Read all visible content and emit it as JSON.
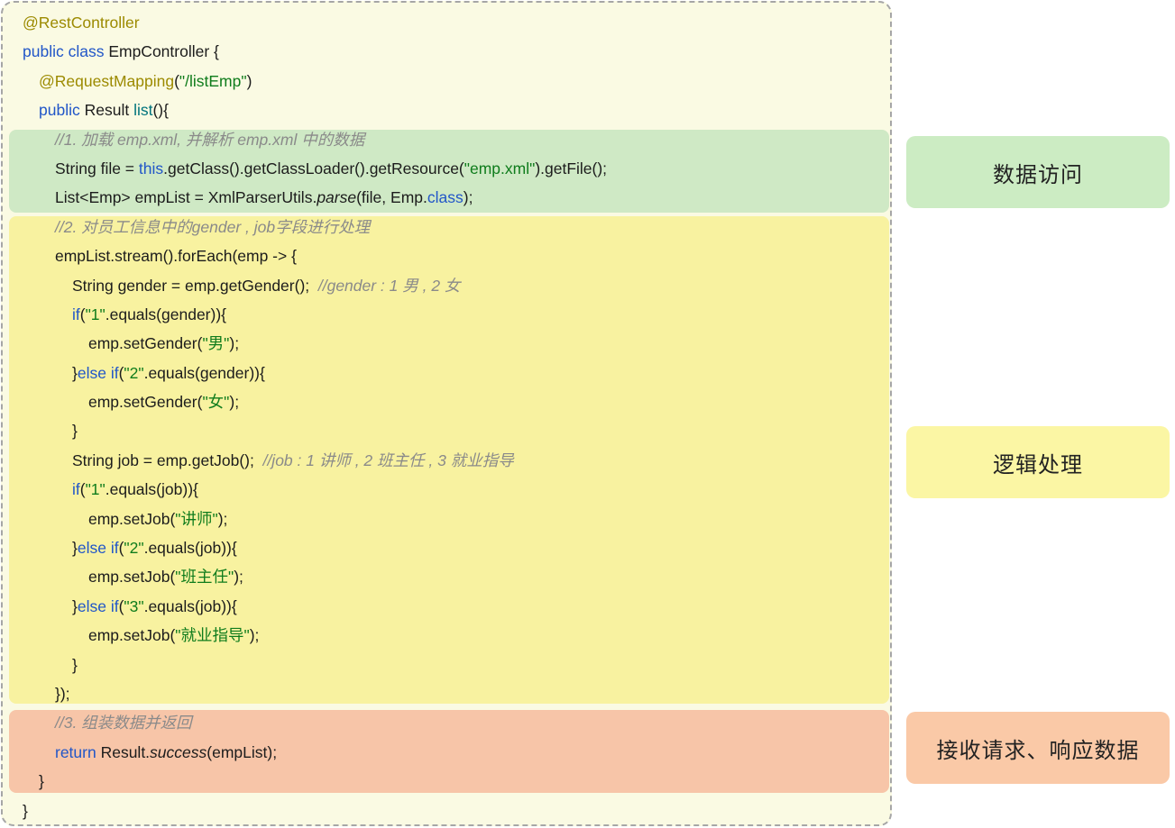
{
  "colors": {
    "panel_background": "#fafae3",
    "panel_border": "#a6a6a6",
    "band_data_access": "#cfe9c5",
    "band_logic": "#f8f2a0",
    "band_request_response": "#f7c5a8",
    "label_data_access": "#ccecc3",
    "label_logic": "#fbf6a4",
    "label_request_response": "#fac9a7",
    "keyword": "#2156c8",
    "annotation": "#9c8a00",
    "string": "#0f7c1c",
    "comment": "#8a8a8a",
    "method": "#00737c"
  },
  "labels": {
    "data_access": "数据访问",
    "logic": "逻辑处理",
    "request_response": "接收请求、响应数据"
  },
  "code": {
    "lines": [
      {
        "indent": 0,
        "tokens": [
          {
            "t": "@RestController",
            "c": "ann"
          }
        ]
      },
      {
        "indent": 0,
        "tokens": [
          {
            "t": "public class ",
            "c": "kw"
          },
          {
            "t": "EmpController {",
            "c": "plain"
          }
        ]
      },
      {
        "indent": 1,
        "tokens": [
          {
            "t": "@RequestMapping",
            "c": "ann"
          },
          {
            "t": "(",
            "c": "plain"
          },
          {
            "t": "\"/listEmp\"",
            "c": "str"
          },
          {
            "t": ")",
            "c": "plain"
          }
        ]
      },
      {
        "indent": 1,
        "tokens": [
          {
            "t": "public ",
            "c": "kw"
          },
          {
            "t": "Result ",
            "c": "plain"
          },
          {
            "t": "list",
            "c": "method"
          },
          {
            "t": "(){",
            "c": "plain"
          }
        ]
      },
      {
        "indent": 2,
        "tokens": [
          {
            "t": "//1. 加载 emp.xml, 并解析 emp.xml 中的数据",
            "c": "cmt"
          }
        ]
      },
      {
        "indent": 2,
        "tokens": [
          {
            "t": "String file = ",
            "c": "plain"
          },
          {
            "t": "this",
            "c": "kw"
          },
          {
            "t": ".getClass().getClassLoader().getResource(",
            "c": "plain"
          },
          {
            "t": "\"emp.xml\"",
            "c": "str"
          },
          {
            "t": ").getFile();",
            "c": "plain"
          }
        ]
      },
      {
        "indent": 2,
        "tokens": [
          {
            "t": "List<Emp> empList = XmlParserUtils.",
            "c": "plain"
          },
          {
            "t": "parse",
            "c": "static"
          },
          {
            "t": "(file, Emp.",
            "c": "plain"
          },
          {
            "t": "class",
            "c": "kw"
          },
          {
            "t": ");",
            "c": "plain"
          }
        ]
      },
      {
        "indent": 2,
        "tokens": [
          {
            "t": "//2. 对员工信息中的gender , job字段进行处理",
            "c": "cmt"
          }
        ]
      },
      {
        "indent": 2,
        "tokens": [
          {
            "t": "empList.stream().forEach(emp -> {",
            "c": "plain"
          }
        ]
      },
      {
        "indent": 3,
        "tokens": [
          {
            "t": "String gender = emp.getGender();  ",
            "c": "plain"
          },
          {
            "t": "//gender : 1 男 , 2 女",
            "c": "cmt"
          }
        ]
      },
      {
        "indent": 3,
        "tokens": [
          {
            "t": "if",
            "c": "kw"
          },
          {
            "t": "(",
            "c": "plain"
          },
          {
            "t": "\"1\"",
            "c": "str"
          },
          {
            "t": ".equals(gender)){",
            "c": "plain"
          }
        ]
      },
      {
        "indent": 4,
        "tokens": [
          {
            "t": "emp.setGender(",
            "c": "plain"
          },
          {
            "t": "\"男\"",
            "c": "str"
          },
          {
            "t": ");",
            "c": "plain"
          }
        ]
      },
      {
        "indent": 3,
        "tokens": [
          {
            "t": "}",
            "c": "plain"
          },
          {
            "t": "else if",
            "c": "kw"
          },
          {
            "t": "(",
            "c": "plain"
          },
          {
            "t": "\"2\"",
            "c": "str"
          },
          {
            "t": ".equals(gender)){",
            "c": "plain"
          }
        ]
      },
      {
        "indent": 4,
        "tokens": [
          {
            "t": "emp.setGender(",
            "c": "plain"
          },
          {
            "t": "\"女\"",
            "c": "str"
          },
          {
            "t": ");",
            "c": "plain"
          }
        ]
      },
      {
        "indent": 3,
        "tokens": [
          {
            "t": "}",
            "c": "plain"
          }
        ]
      },
      {
        "indent": 3,
        "tokens": [
          {
            "t": "String job = emp.getJob();  ",
            "c": "plain"
          },
          {
            "t": "//job : 1 讲师 , 2 班主任 , 3 就业指导",
            "c": "cmt"
          }
        ]
      },
      {
        "indent": 3,
        "tokens": [
          {
            "t": "if",
            "c": "kw"
          },
          {
            "t": "(",
            "c": "plain"
          },
          {
            "t": "\"1\"",
            "c": "str"
          },
          {
            "t": ".equals(job)){",
            "c": "plain"
          }
        ]
      },
      {
        "indent": 4,
        "tokens": [
          {
            "t": "emp.setJob(",
            "c": "plain"
          },
          {
            "t": "\"讲师\"",
            "c": "str"
          },
          {
            "t": ");",
            "c": "plain"
          }
        ]
      },
      {
        "indent": 3,
        "tokens": [
          {
            "t": "}",
            "c": "plain"
          },
          {
            "t": "else if",
            "c": "kw"
          },
          {
            "t": "(",
            "c": "plain"
          },
          {
            "t": "\"2\"",
            "c": "str"
          },
          {
            "t": ".equals(job)){",
            "c": "plain"
          }
        ]
      },
      {
        "indent": 4,
        "tokens": [
          {
            "t": "emp.setJob(",
            "c": "plain"
          },
          {
            "t": "\"班主任\"",
            "c": "str"
          },
          {
            "t": ");",
            "c": "plain"
          }
        ]
      },
      {
        "indent": 3,
        "tokens": [
          {
            "t": "}",
            "c": "plain"
          },
          {
            "t": "else if",
            "c": "kw"
          },
          {
            "t": "(",
            "c": "plain"
          },
          {
            "t": "\"3\"",
            "c": "str"
          },
          {
            "t": ".equals(job)){",
            "c": "plain"
          }
        ]
      },
      {
        "indent": 4,
        "tokens": [
          {
            "t": "emp.setJob(",
            "c": "plain"
          },
          {
            "t": "\"就业指导\"",
            "c": "str"
          },
          {
            "t": ");",
            "c": "plain"
          }
        ]
      },
      {
        "indent": 3,
        "tokens": [
          {
            "t": "}",
            "c": "plain"
          }
        ]
      },
      {
        "indent": 2,
        "tokens": [
          {
            "t": "});",
            "c": "plain"
          }
        ]
      },
      {
        "indent": 2,
        "tokens": [
          {
            "t": "//3. 组装数据并返回",
            "c": "cmt"
          }
        ]
      },
      {
        "indent": 2,
        "tokens": [
          {
            "t": "return ",
            "c": "kw"
          },
          {
            "t": "Result.",
            "c": "plain"
          },
          {
            "t": "success",
            "c": "static"
          },
          {
            "t": "(empList);",
            "c": "plain"
          }
        ]
      },
      {
        "indent": 1,
        "tokens": [
          {
            "t": "}",
            "c": "plain"
          }
        ]
      },
      {
        "indent": 0,
        "tokens": [
          {
            "t": "}",
            "c": "plain"
          }
        ]
      }
    ]
  }
}
